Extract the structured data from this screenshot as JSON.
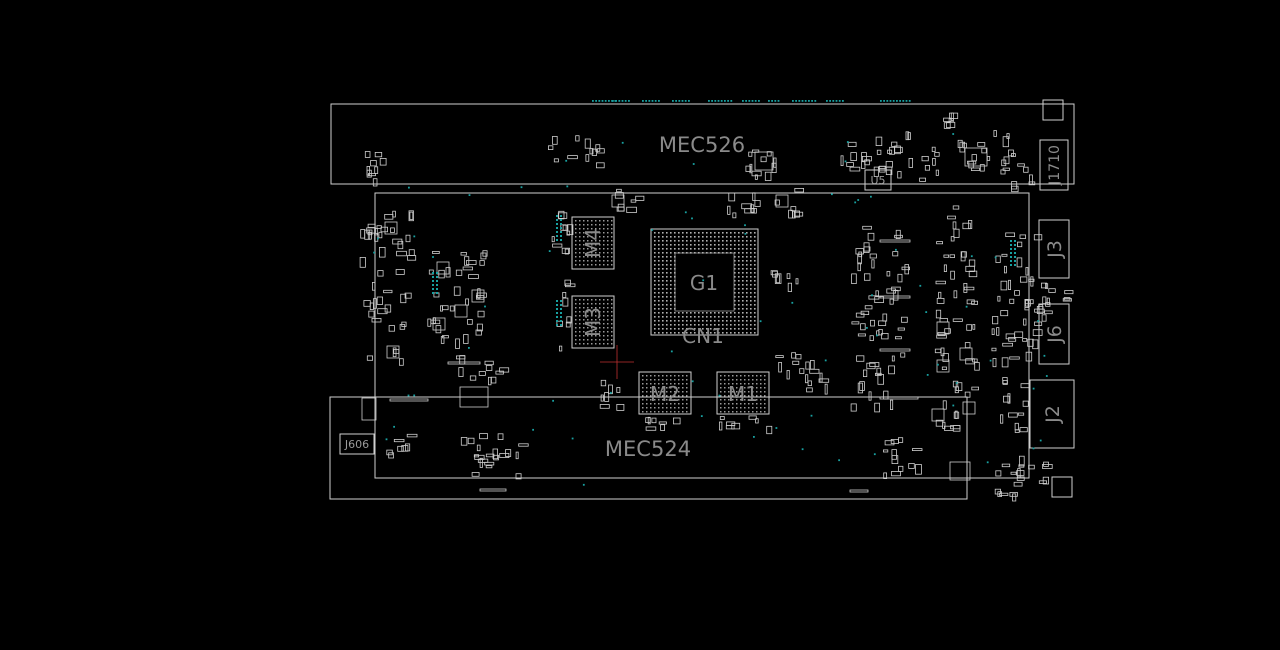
{
  "board": {
    "colors": {
      "background": "#000000",
      "outline": "#d0d0d0",
      "label": "#8a8a8a",
      "pad_accent": "#18a0a0",
      "cursor": "#c03030"
    },
    "connector_labels": {
      "mec526": "MEC526",
      "mec524": "MEC524",
      "j1710": "J1710",
      "j3": "J3",
      "j6": "J6",
      "j2": "J2",
      "j606": "J606"
    },
    "chip_labels": {
      "g1": "G1",
      "cn1": "CN1",
      "m1": "M1",
      "m2": "M2",
      "m3": "M3",
      "m4": "M4",
      "u5": "U5"
    }
  }
}
